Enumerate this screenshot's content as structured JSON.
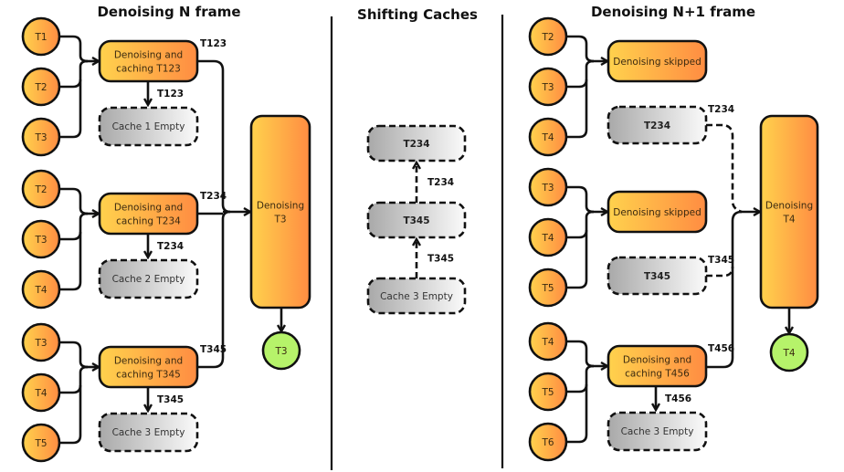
{
  "colors": {
    "orange_light": "#FFD24D",
    "orange_dark": "#FF8C42",
    "green": "#B6F36A",
    "cache_dark": "#A9A9A9",
    "cache_light": "#FAFAFA",
    "stroke": "#111111"
  },
  "panels": [
    {
      "title": "Denoising N frame",
      "groups": [
        {
          "inputs": [
            "T1",
            "T2",
            "T3"
          ],
          "process": [
            "Denoising and",
            "caching T123"
          ],
          "out_label": "T123",
          "cache_label": "T123",
          "cache": "Cache 1 Empty"
        },
        {
          "inputs": [
            "T2",
            "T3",
            "T4"
          ],
          "process": [
            "Denoising and",
            "caching T234"
          ],
          "out_label": "T234",
          "cache_label": "T234",
          "cache": "Cache 2 Empty"
        },
        {
          "inputs": [
            "T3",
            "T4",
            "T5"
          ],
          "process": [
            "Denoising and",
            "caching T345"
          ],
          "out_label": "T345",
          "cache_label": "T345",
          "cache": "Cache 3 Empty"
        }
      ],
      "final": [
        "Denoising",
        "T3"
      ],
      "output": "T3"
    },
    {
      "title": "Shifting Caches",
      "caches": [
        "T234",
        "T345",
        "Cache 3 Empty"
      ],
      "arrows": [
        "T234",
        "T345"
      ]
    },
    {
      "title": "Denoising N+1 frame",
      "groups": [
        {
          "inputs": [
            "T2",
            "T3",
            "T4"
          ],
          "process": [
            "Denoising skipped"
          ],
          "cache": "T234",
          "cache_out_label": "T234"
        },
        {
          "inputs": [
            "T3",
            "T4",
            "T5"
          ],
          "process": [
            "Denoising skipped"
          ],
          "cache": "T345",
          "cache_out_label": "T345"
        },
        {
          "inputs": [
            "T4",
            "T5",
            "T6"
          ],
          "process": [
            "Denoising and",
            "caching T456"
          ],
          "out_label": "T456",
          "cache_label": "T456",
          "cache": "Cache 3 Empty"
        }
      ],
      "final": [
        "Denoising",
        "T4"
      ],
      "output": "T4"
    }
  ]
}
